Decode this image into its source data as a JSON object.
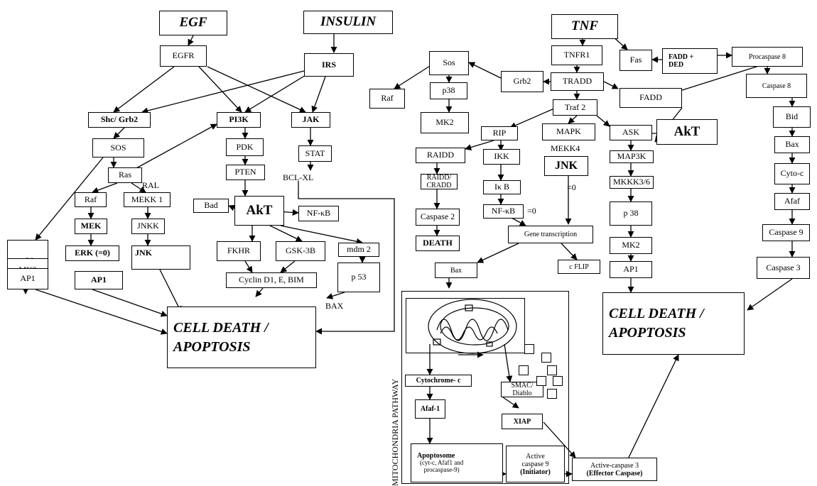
{
  "egf": "EGF",
  "insulin": "INSULIN",
  "tnf": "TNF",
  "egfr": "EGFR",
  "irs": "IRS",
  "shc_grb2": "Shc/ Grb2",
  "pi3k": "PI3K",
  "jak": "JAK",
  "sos_left": "SOS",
  "pdk": "PDK",
  "stat": "STAT",
  "ras": "Ras",
  "ral": "RAL",
  "pten": "PTEN",
  "bcl_xl": "BCL-XL",
  "p38_left": "p38",
  "raf_left": "Raf",
  "mekk1": "MEKK 1",
  "bad": "Bad",
  "akt_left": "AkT",
  "nfkb_left": "NF-κB",
  "mek": "MEK",
  "jnkk": "JNKK",
  "mk2_left": "MK2",
  "erk": "ERK (=0)",
  "jnk_left": "JNK",
  "fkhr": "FKHR",
  "gsk3b": "GSK-3B",
  "mdm2": "mdm 2",
  "ap1_left": "AP1",
  "ap1_bold": "AP1",
  "p53": "p 53",
  "cyclin": "Cyclin D1, E, BIM",
  "bax_label": "BAX",
  "cell_death_left": "CELL DEATH /\nAPOPTOSIS",
  "sos_right": "Sos",
  "raf_right": "Raf",
  "p38_mid": "p38",
  "mk2_mid": "MK2",
  "grb2": "Grb2",
  "tnfr1": "TNFR1",
  "tradd": "TRADD",
  "fas": "Fas",
  "fadd_ded": "FADD +\nDED",
  "procaspase8": "Procaspase 8",
  "caspase8": "Caspase 8",
  "fadd": "FADD",
  "traf2": "Traf 2",
  "rip": "RIP",
  "mapk": "MAPK",
  "ask": "ASK",
  "akt_right": "AkT",
  "bid": "Bid",
  "mekk4": "MEKK4",
  "raidd": "RAIDD",
  "ikk": "IKK",
  "jnk_right": "JNK",
  "map3k": "MAP3K",
  "bax_right": "Bax",
  "raidd_cradd": "RAIDD/\nCRADD",
  "ikb": "Iκ B",
  "mkkk36": "MKKK3/6",
  "cytoc_right": "Cyto-c",
  "nfkb_right": "NF-κB",
  "eq0_a": "=0",
  "eq0_b": "=0",
  "caspase2": "Caspase 2",
  "p38_right": "p 38",
  "afaf_right": "Afaf",
  "gene_transcription": "Gene transcription",
  "death": "DEATH",
  "mk2_right": "MK2",
  "caspase9": "Caspase 9",
  "bax_mid": "Bax",
  "cflip": "c FLIP",
  "ap1_right": "AP1",
  "caspase3": "Caspase 3",
  "cell_death_right": "CELL DEATH /\nAPOPTOSIS",
  "mito_pathway": "MITOCHONDRIA PATHWAY",
  "cytochrome_c": "Cytochrome- c",
  "smac": "SMAC/\nDiablo",
  "afaf1": "Afaf-1",
  "xiap": "XIAP",
  "apoptosome_title": "Apoptosome",
  "apoptosome_sub": "(cyt-c, Afaf1 and\nprocaspase-9)",
  "active_caspase9": "Active\ncaspase 9",
  "initiator": "(Initiator)",
  "active_caspase3": "Active-caspase 3",
  "effector": "(Effector Caspase)"
}
